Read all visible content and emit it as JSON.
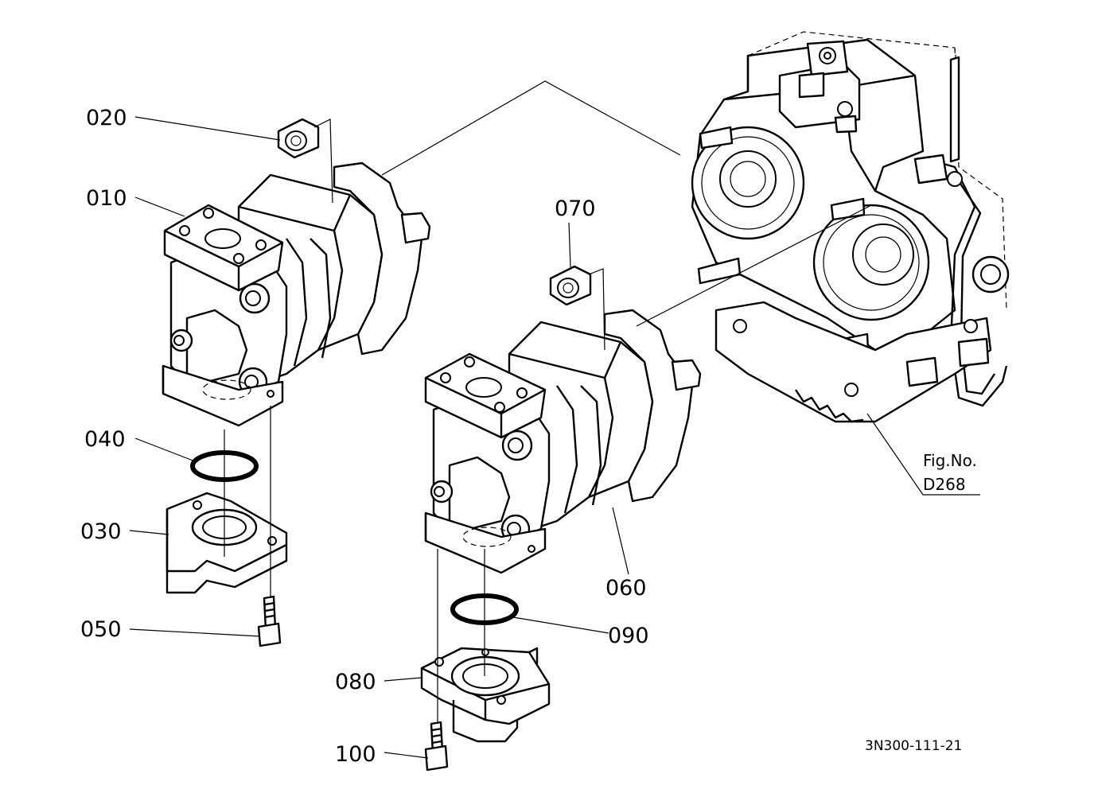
{
  "labels": {
    "p010": "010",
    "p020": "020",
    "p030": "030",
    "p040": "040",
    "p050": "050",
    "p060": "060",
    "p070": "070",
    "p080": "080",
    "p090": "090",
    "p100": "100"
  },
  "figure_ref": {
    "line1": "Fig.No.",
    "line2": "D268"
  },
  "drawing_code": "3N300-111-21"
}
